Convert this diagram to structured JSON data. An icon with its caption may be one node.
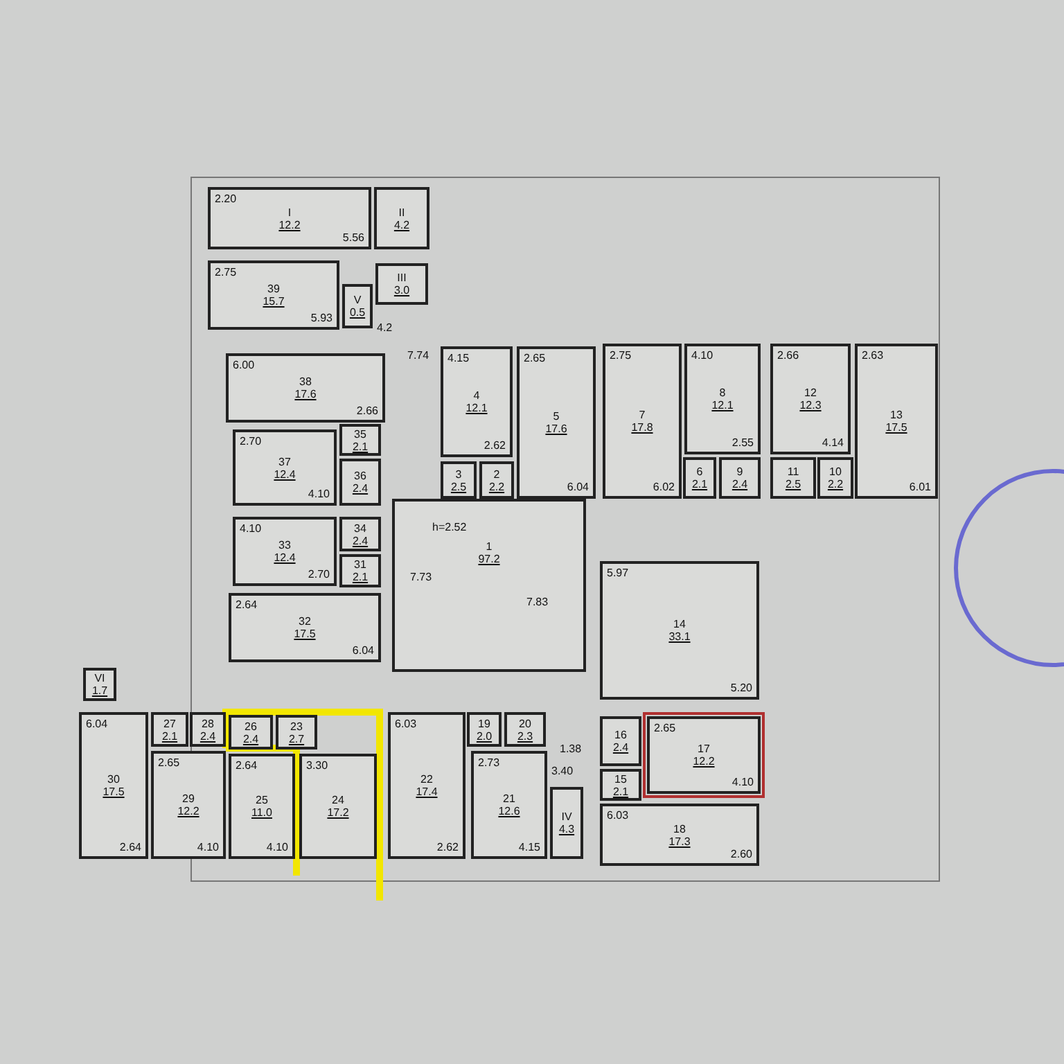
{
  "diagram": {
    "nodes": [
      {
        "text": [
          "I",
          "12.2",
          "2.20",
          "5.56"
        ]
      },
      {
        "text": [
          "II",
          "4.2"
        ]
      },
      {
        "text": [
          "39",
          "15.7",
          "2.75",
          "5.93"
        ]
      },
      {
        "text": [
          "V",
          "0.5"
        ]
      },
      {
        "text": [
          "III",
          "3.0"
        ]
      },
      {
        "text": [
          "38",
          "17.6",
          "6.00",
          "2.66"
        ]
      },
      {
        "text": [
          "37",
          "12.4",
          "2.70",
          "4.10"
        ]
      },
      {
        "text": [
          "35",
          "2.1"
        ]
      },
      {
        "text": [
          "36",
          "2.4"
        ]
      },
      {
        "text": [
          "33",
          "12.4",
          "4.10",
          "2.70"
        ]
      },
      {
        "text": [
          "34",
          "2.4"
        ]
      },
      {
        "text": [
          "31",
          "2.1"
        ]
      },
      {
        "text": [
          "32",
          "17.5",
          "2.64",
          "6.04"
        ]
      },
      {
        "text": [
          "1",
          "97.2"
        ]
      },
      {
        "text": [
          "4",
          "12.1",
          "4.15",
          "2.62"
        ]
      },
      {
        "text": [
          "5",
          "17.6",
          "2.65",
          "6.04"
        ]
      },
      {
        "text": [
          "3",
          "2.5"
        ]
      },
      {
        "text": [
          "2",
          "2.2"
        ]
      },
      {
        "text": [
          "7",
          "17.8",
          "2.75",
          "6.02"
        ]
      },
      {
        "text": [
          "8",
          "12.1",
          "4.10",
          "2.55"
        ]
      },
      {
        "text": [
          "6",
          "2.1"
        ]
      },
      {
        "text": [
          "9",
          "2.4"
        ]
      },
      {
        "text": [
          "12",
          "12.3",
          "2.66",
          "4.14"
        ]
      },
      {
        "text": [
          "11",
          "2.5"
        ]
      },
      {
        "text": [
          "10",
          "2.2"
        ]
      },
      {
        "text": [
          "13",
          "17.5",
          "2.63",
          "6.01"
        ]
      },
      {
        "text": [
          "14",
          "33.1",
          "5.97",
          "5.20"
        ]
      },
      {
        "text": [
          "VI",
          "1.7"
        ]
      },
      {
        "text": [
          "30",
          "17.5",
          "6.04",
          "2.64"
        ]
      },
      {
        "text": [
          "27",
          "2.1"
        ]
      },
      {
        "text": [
          "28",
          "2.4"
        ]
      },
      {
        "text": [
          "29",
          "12.2",
          "2.65",
          "4.10"
        ]
      },
      {
        "text": [
          "26",
          "2.4"
        ]
      },
      {
        "text": [
          "23",
          "2.7"
        ]
      },
      {
        "text": [
          "25",
          "11.0",
          "2.64",
          "4.10"
        ]
      },
      {
        "text": [
          "24",
          "17.2",
          "3.30"
        ]
      },
      {
        "text": [
          "22",
          "17.4",
          "6.03",
          "2.62"
        ]
      },
      {
        "text": [
          "19",
          "2.0"
        ]
      },
      {
        "text": [
          "20",
          "2.3"
        ]
      },
      {
        "text": [
          "21",
          "12.6",
          "2.73",
          "4.15"
        ]
      },
      {
        "text": [
          "IV",
          "4.3"
        ]
      },
      {
        "text": [
          "16",
          "2.4"
        ]
      },
      {
        "text": [
          "15",
          "2.1"
        ]
      },
      {
        "text": [
          "17",
          "12.2",
          "2.65",
          "4.10"
        ]
      },
      {
        "text": [
          "18",
          "17.3",
          "6.03",
          "2.60"
        ]
      }
    ],
    "labels": [
      "4.2",
      "7.74",
      "h=2.52",
      "7.73",
      "7.83",
      "1.38",
      "3.40"
    ]
  }
}
